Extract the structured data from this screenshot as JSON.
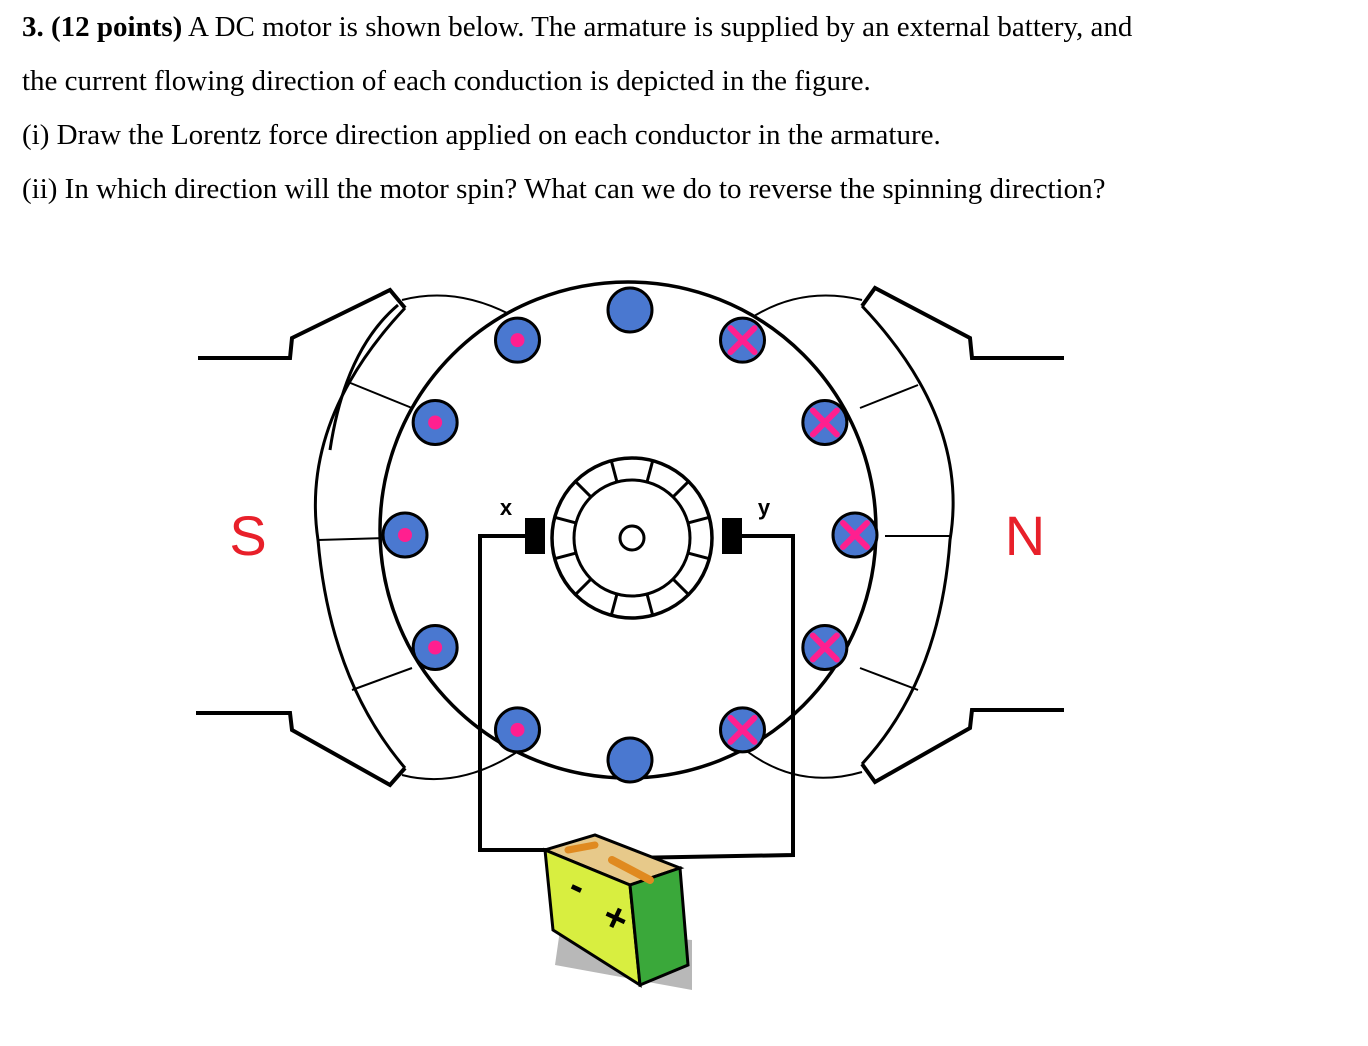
{
  "question": {
    "number_points": "3. (12 points)",
    "line1_rest": " A DC motor is shown below. The armature is supplied by an external battery, and",
    "line2": "the current flowing direction of each conduction is depicted in the figure.",
    "part_i": "(i) Draw the Lorentz force direction applied on each conductor in the armature.",
    "part_ii": "(ii) In which direction will the motor spin? What can we do to reverse the spinning direction?"
  },
  "figure": {
    "pole_left": "S",
    "pole_right": "N",
    "brush_left": "x",
    "brush_right": "y",
    "battery_minus": "-",
    "battery_plus": "+",
    "colors": {
      "conductor_fill": "#4a78d0",
      "current_mark": "#ff1f8f",
      "pole_label": "#e8202a",
      "battery_front": "#d8ee40",
      "battery_side": "#3aa83a"
    },
    "conductors": [
      {
        "position": "top",
        "current": "none"
      },
      {
        "position": "upper-left",
        "current": "dot"
      },
      {
        "position": "left-upper",
        "current": "dot"
      },
      {
        "position": "left",
        "current": "dot"
      },
      {
        "position": "left-lower",
        "current": "dot"
      },
      {
        "position": "lower-left",
        "current": "dot"
      },
      {
        "position": "bottom",
        "current": "none"
      },
      {
        "position": "lower-right",
        "current": "cross"
      },
      {
        "position": "right-lower",
        "current": "cross"
      },
      {
        "position": "right",
        "current": "cross"
      },
      {
        "position": "right-upper",
        "current": "cross"
      },
      {
        "position": "upper-right",
        "current": "cross"
      }
    ]
  }
}
